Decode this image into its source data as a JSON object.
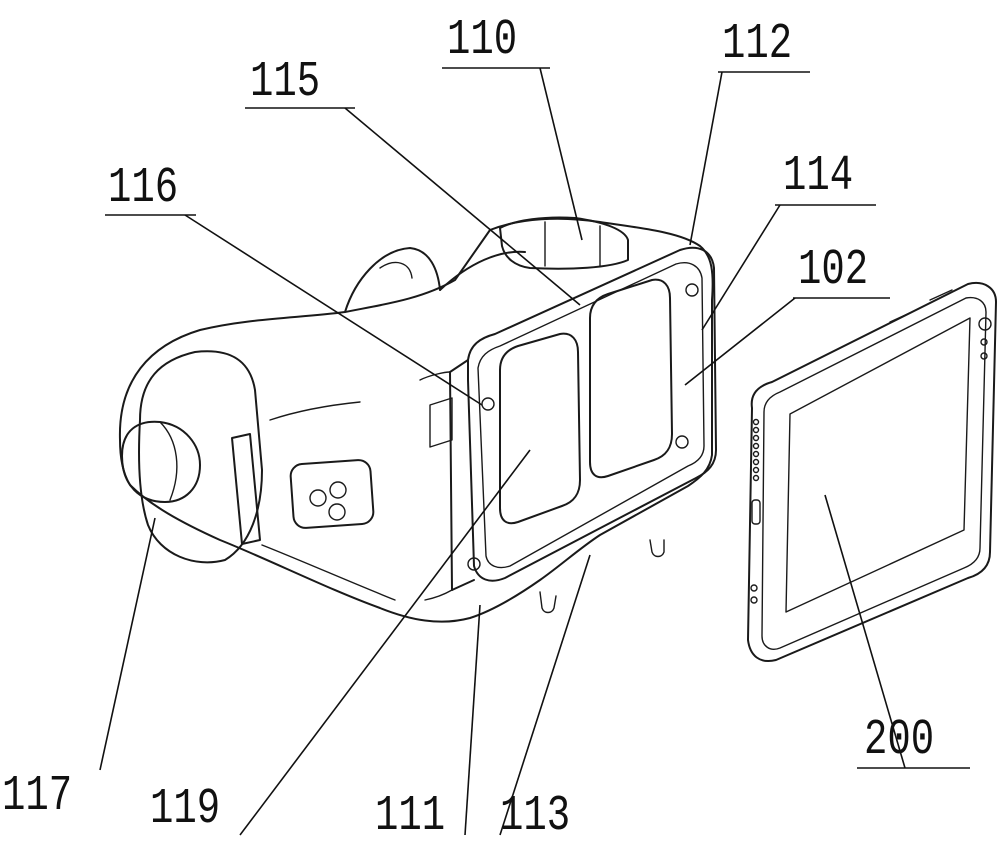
{
  "labels": {
    "l110": "110",
    "l112": "112",
    "l115": "115",
    "l114": "114",
    "l116": "116",
    "l102": "102",
    "l117": "117",
    "l119": "119",
    "l111": "111",
    "l113": "113",
    "l200": "200"
  },
  "colors": {
    "line": "#1a1a1a",
    "background": "#ffffff"
  }
}
